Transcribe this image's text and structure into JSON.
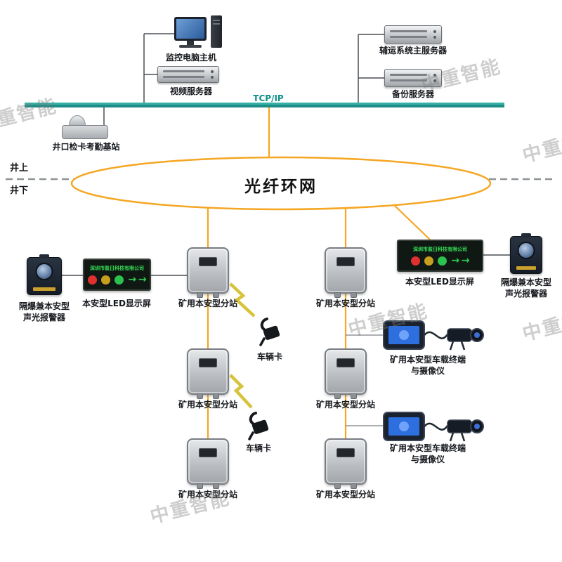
{
  "watermark": {
    "text": "中重智能"
  },
  "bus": {
    "label": "TCP/IP"
  },
  "ring": {
    "label": "光纤环网"
  },
  "boundary": {
    "above": "井上",
    "below": "井下"
  },
  "top": {
    "monitor_host": "监控电脑主机",
    "video_server": "视频服务器",
    "aux_server": "辅运系统主服务器",
    "backup_server": "备份服务器",
    "base_station": "井口检卡考勤基站"
  },
  "labels": {
    "substation": "矿用本安型分站",
    "led_display": "本安型LED显示屏",
    "alarm_l1": "隔爆兼本安型",
    "alarm_l2": "声光报警器",
    "vehicle_card": "车辆卡",
    "terminal_l1": "矿用本安型车载终端",
    "terminal_l2": "与摄像仪",
    "led_text": "深圳市盈日科技有限公司",
    "led_arrows": "→ →"
  },
  "colors": {
    "ring_orange": "#f5a623",
    "bus_teal": "#1e8d86",
    "lightning_yellow": "#d6c33a",
    "led_red": "#e03030",
    "led_yellow": "#c79f1f",
    "led_green": "#2cc24e",
    "tcp_label_teal": "#0d8f88"
  }
}
